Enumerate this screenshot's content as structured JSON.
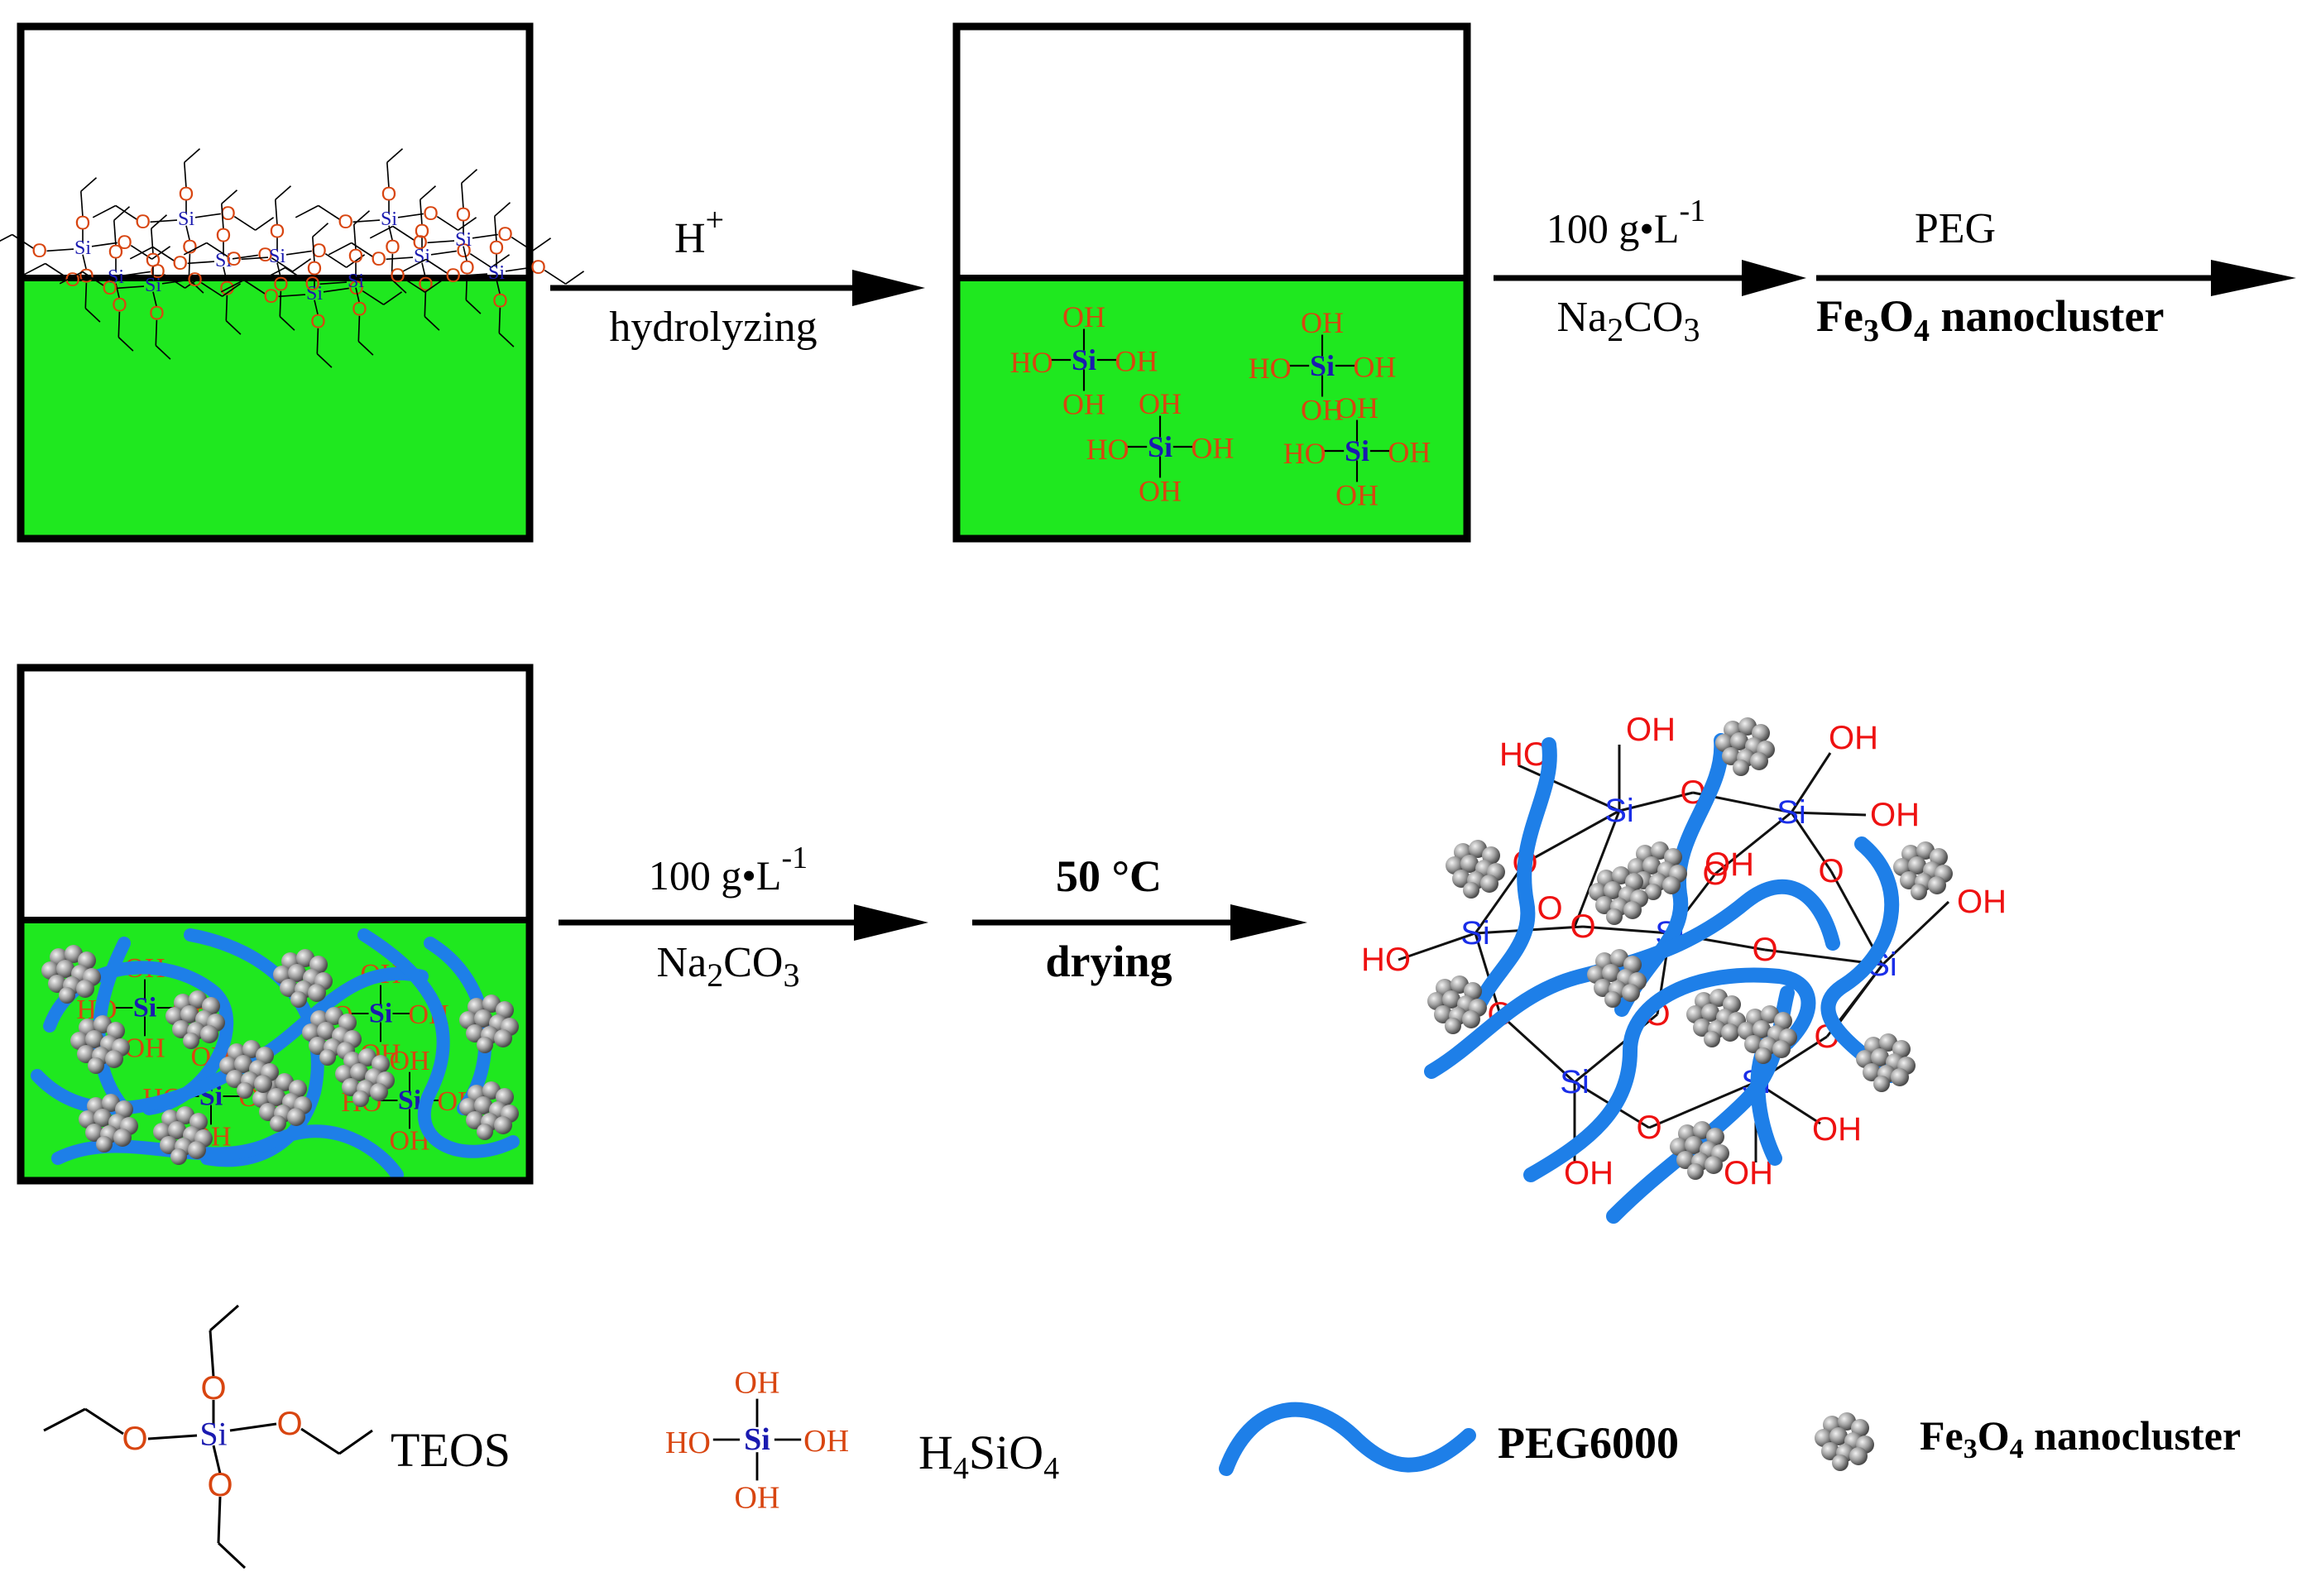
{
  "steps": {
    "hydrolysis": {
      "reagent": "H",
      "reagent_sup": "+",
      "process": "hydrolyzing"
    },
    "step2a": {
      "conc": "100 g•L",
      "conc_sup": "-1",
      "reagent": "Na",
      "reagent_sub": "2",
      "reagent_tail": "CO",
      "reagent_sub2": "3"
    },
    "step2b": {
      "top": "PEG",
      "bottom_a": "Fe",
      "bottom_sub1": "3",
      "bottom_b": "O",
      "bottom_sub2": "4",
      "bottom_c": " nanocluster"
    },
    "step3a": {
      "conc": "100 g•L",
      "conc_sup": "-1",
      "reagent": "Na",
      "reagent_sub": "2",
      "reagent_tail": "CO",
      "reagent_sub2": "3"
    },
    "step3b": {
      "temp": "50 °C",
      "process": "drying"
    }
  },
  "atoms": {
    "si": "Si",
    "o": "O",
    "oh": "OH",
    "ho": "HO"
  },
  "legend": {
    "teos": "TEOS",
    "h4sio4_a": "H",
    "h4sio4_sub1": "4",
    "h4sio4_b": "SiO",
    "h4sio4_sub2": "4",
    "peg": "PEG6000",
    "fe_a": "Fe",
    "fe_sub1": "3",
    "fe_b": "O",
    "fe_sub2": "4",
    "fe_c": "nanocluster"
  },
  "colors": {
    "solution": "#1fe81f",
    "peg": "#1e7fe8",
    "oxygen_orange": "#d84510",
    "oxygen_red": "#ee1111",
    "silicon": "#1a1ab0",
    "silicon_product": "#1a2ee8"
  }
}
